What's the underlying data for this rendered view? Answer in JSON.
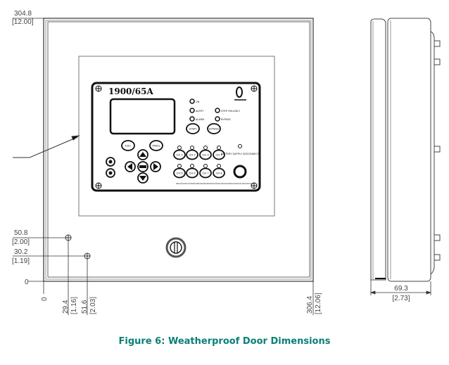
{
  "figure": {
    "caption": "Figure 6:  Weatherproof Door Dimensions"
  },
  "dimensions": {
    "height_mm": "304.8",
    "height_in": "[12.00]",
    "width_mm": "306.4",
    "width_in": "[12.06]",
    "hole1_y_mm": "50.8",
    "hole1_y_in": "[2.00]",
    "hole2_y_mm": "30.2",
    "hole2_y_in": "[1.19]",
    "hole1_x_mm": "29.4",
    "hole1_x_in": "[1.16]",
    "hole2_x_mm": "51.6",
    "hole2_x_in": "[2.03]",
    "origin_x": "0",
    "origin_y": "0",
    "depth_mm": "69.3",
    "depth_in": "[2.73]"
  },
  "panel": {
    "model": "1900/65A",
    "leds": [
      "ON",
      "ALERT",
      "STEP HOLD/DLY",
      "ALARM",
      "BYPASS"
    ],
    "buttons": {
      "start": "START",
      "bypass": "BYPASS",
      "esc": "ESC",
      "prev": "PREV"
    },
    "channels": [
      "CH 1",
      "CH 2",
      "CH 3",
      "CH 4",
      "CH 5",
      "CH 6",
      "CH 7",
      "CH 8"
    ],
    "battery_label": "BATTERY SUPPLY DISCONNECT",
    "warning_text": "WARNING: EXPLOSION HAZARD - DO NOT DISCONNECT EQUIPMENT UNLESS POWER HAS BEEN SWITCHED OFF OR THE AREA IS KNOWN TO BE NON-HAZARDOUS. ELECTROSTATIC HAZARD - WIPE WITH A DAMP CLOTH ONLY."
  },
  "colors": {
    "caption": "#0a8074",
    "line": "#555555",
    "panel": "#111111"
  }
}
